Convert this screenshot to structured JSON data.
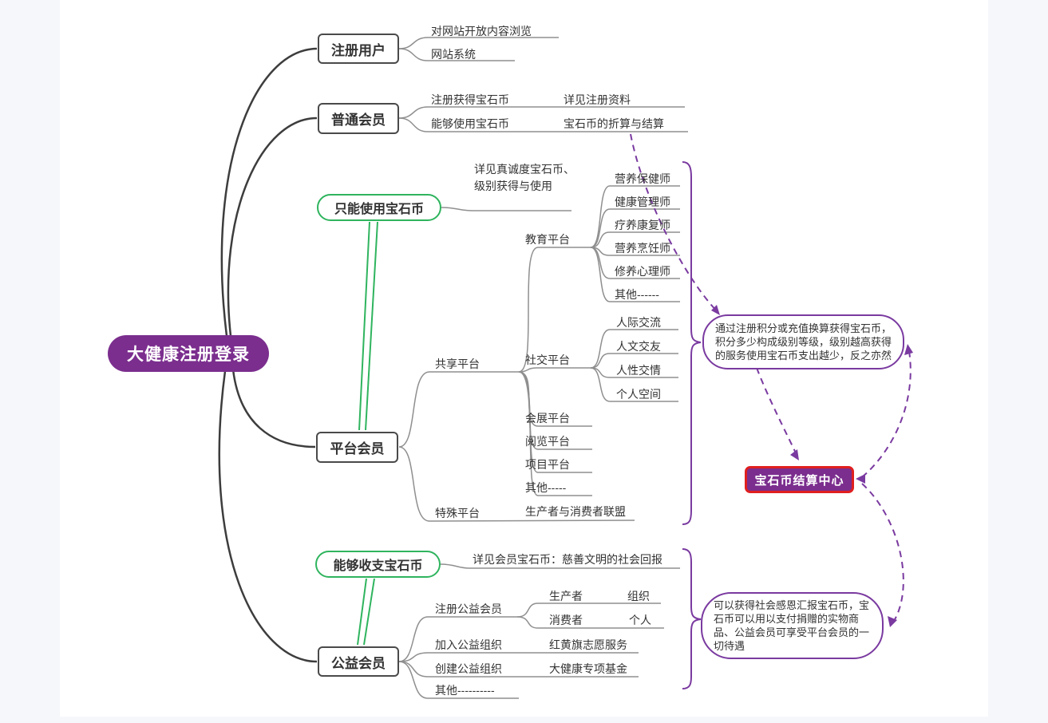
{
  "app": {
    "title": "大健康注册登录思维导图"
  },
  "colors": {
    "root_bg": "#7b2e8e",
    "box_border": "#4a4a4a",
    "green_border": "#2fb45e",
    "purple": "#7a3aa0",
    "center_bg": "#7b2e8e",
    "center_border": "#e01f1f",
    "line_gray": "#8f8f8f",
    "line_dark": "#3d3d3d",
    "page_bg": "#f6f7fb"
  },
  "nodes": {
    "root": "大健康注册登录",
    "registered_user": "注册用户",
    "open_browse": "对网站开放内容浏览",
    "site_system": "网站系统",
    "ordinary_member": "普通会员",
    "register_get_gem": "注册获得宝石币",
    "see_register_info": "详见注册资料",
    "can_use_gem": "能够使用宝石币",
    "gem_conversion": "宝石币的折算与结算",
    "only_use_gem": "只能使用宝石币",
    "see_sincerity": "详见真诚度宝石币、级别获得与使用",
    "platform_member": "平台会员",
    "share_platform": "共享平台",
    "education_platform": "教育平台",
    "nutrition_health": "营养保健师",
    "health_manager": "健康管理师",
    "recuperation": "疗养康复师",
    "nutrition_cooking": "营养烹饪师",
    "psychology": "修养心理师",
    "edu_other": "其他------",
    "social_platform": "社交平台",
    "interpersonal": "人际交流",
    "humanity_friend": "人文交友",
    "nature_affection": "人性交情",
    "personal_space": "个人空间",
    "exhibition_platform": "会展平台",
    "reading_platform": "阅览平台",
    "project_platform": "项目平台",
    "share_other": "其他-----",
    "special_platform": "特殊平台",
    "producer_consumer_alliance": "生产者与消费者联盟",
    "can_receive_pay_gem": "能够收支宝石币",
    "see_member_gem": "详见会员宝石币：慈善文明的社会回报",
    "charity_member": "公益会员",
    "register_charity": "注册公益会员",
    "producer": "生产者",
    "organization": "组织",
    "consumer": "消费者",
    "individual": "个人",
    "join_charity": "加入公益组织",
    "red_yellow_flag": "红黄旗志愿服务",
    "create_charity": "创建公益组织",
    "health_fund": "大健康专项基金",
    "charity_other": "其他----------",
    "gem_center": "宝石币结算中心",
    "note_top": "通过注册积分或充值换算获得宝石币，积分多少构成级别等级，级别越高获得的服务使用宝石币支出越少，反之亦然",
    "note_bottom": "可以获得社会感恩汇报宝石币，宝石币可以用以支付捐赠的实物商品、公益会员可享受平台会员的一切待遇"
  }
}
